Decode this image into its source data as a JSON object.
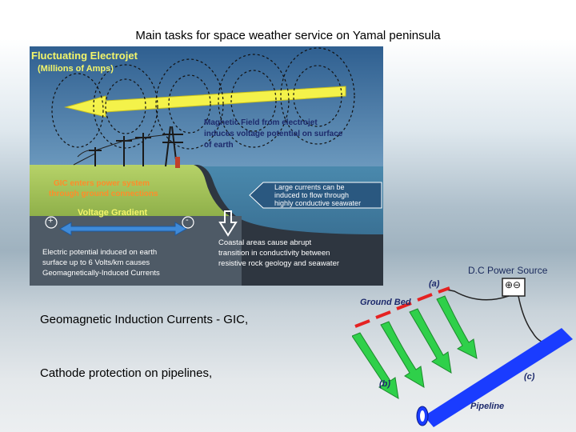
{
  "title": "Main tasks for space weather service on Yamal peninsula",
  "panel": {
    "electrojet_title": "Fluctuating Electrojet",
    "electrojet_subtitle": "(Millions of Amps)",
    "magnetic_field": [
      "Magnetic Field from electrojet",
      "induces voltage potential on surface",
      "of earth"
    ],
    "gic_enters": [
      "GIC enters power system",
      "through ground connections"
    ],
    "large_currents": [
      "Large currents can be",
      "induced to flow through",
      "highly conductive seawater"
    ],
    "voltage_gradient": "Voltage Gradient",
    "plus_sign": "+",
    "minus_sign": "-",
    "electric_potential": [
      "Electric potential induced on earth",
      "surface up to 6 Volts/km causes",
      "Geomagnetically-Induced Currents"
    ],
    "coastal": [
      "Coastal areas cause abrupt",
      "transition in conductivity between",
      "resistive rock geology and seawater"
    ]
  },
  "body_text": {
    "line1": "Geomagnetic Induction Currents -  GIC,",
    "line2": "Cathode protection on pipelines,"
  },
  "cathode_diagram": {
    "dc_source": "D.C Power Source",
    "label_a": "(a)",
    "ground_bed": "Ground Bed",
    "label_b": "(b)",
    "label_c": "(c)",
    "pipeline": "Pipeline",
    "terminals": "⊕⊖"
  },
  "colors": {
    "sky": "#3c6e9c",
    "ground": "#a8c85a",
    "sea": "#3f7fa6",
    "electrojet_arrow": "#f4f24a",
    "pipeline": "#1a3cff",
    "ground_bed": "#e52222",
    "current_arrow": "#2fd04a"
  }
}
